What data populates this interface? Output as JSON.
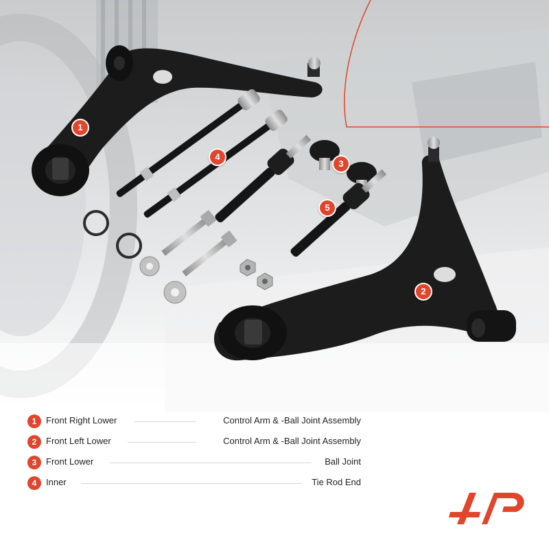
{
  "callouts": [
    "1",
    "2",
    "3",
    "4",
    "5"
  ],
  "legend": [
    {
      "num": "1",
      "label": "Front Right Lower",
      "detail": "Control Arm & -Ball Joint Assembly"
    },
    {
      "num": "2",
      "label": "Front Left Lower",
      "detail": "Control Arm & -Ball Joint Assembly"
    },
    {
      "num": "3",
      "label": "Front Lower",
      "detail": "Ball Joint"
    },
    {
      "num": "4",
      "label": "Inner",
      "detail": "Tie Rod End"
    }
  ],
  "colors": {
    "accent": "#e1452c",
    "part": "#1c1c1c",
    "hardware": "#b8b8b8"
  }
}
